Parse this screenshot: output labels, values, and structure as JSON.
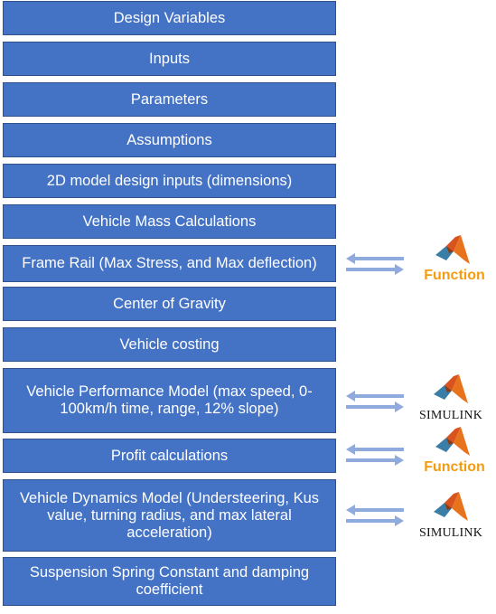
{
  "boxes": [
    {
      "label": "Design Variables"
    },
    {
      "label": "Inputs"
    },
    {
      "label": "Parameters"
    },
    {
      "label": "Assumptions"
    },
    {
      "label": "2D model design inputs (dimensions)"
    },
    {
      "label": "Vehicle Mass Calculations"
    },
    {
      "label": "Frame Rail (Max Stress, and Max deflection)"
    },
    {
      "label": "Center of Gravity"
    },
    {
      "label": "Vehicle costing"
    },
    {
      "label": "Vehicle Performance Model (max speed, 0-100km/h time, range, 12% slope)"
    },
    {
      "label": "Profit calculations"
    },
    {
      "label": "Vehicle Dynamics Model (Understeering, Kus value, turning radius, and max lateral acceleration)"
    },
    {
      "label": "Suspension Spring Constant and damping coefficient"
    }
  ],
  "logos": {
    "function_label": "Function",
    "simulink_label": "SIMULINK"
  },
  "colors": {
    "box_fill": "#4472c4",
    "arrow": "#8faadc",
    "function_text": "#f39c12"
  }
}
